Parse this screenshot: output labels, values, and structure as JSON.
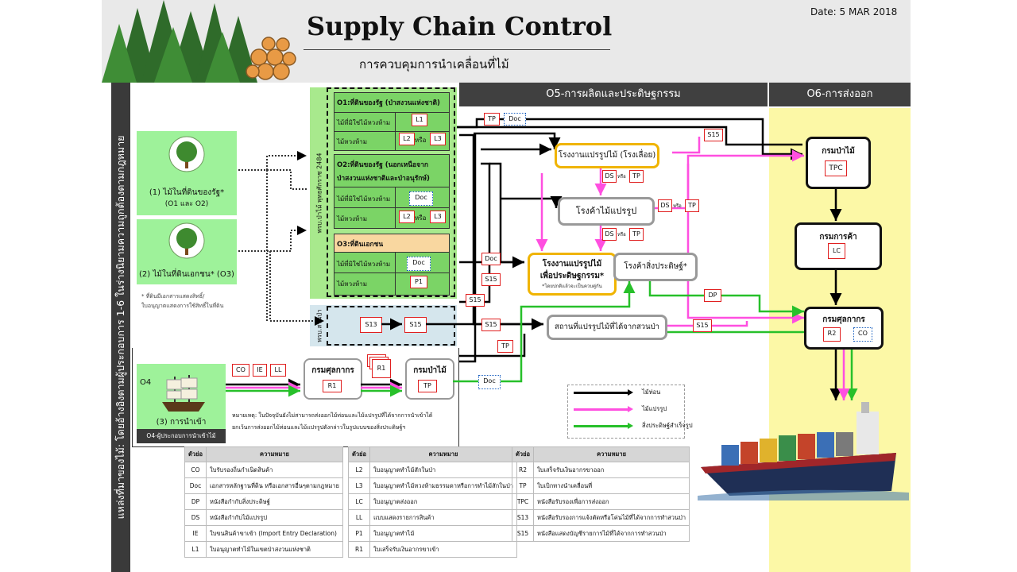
{
  "header": {
    "title": "Supply Chain Control",
    "subtitle": "การควบคุมการนำเคลื่อนที่ไม้",
    "date": "Date: 5 MAR 2018"
  },
  "side_label": "แหล่งที่มาของไม้: โดยอ้างอิงตามผู้ประกอบการ 1-6 ในร่างนิยามความถูกต้องตามกฎหมาย",
  "stages": {
    "o5": "O5-การผลิตและประดิษฐกรรม",
    "o6": "O6-การส่งออก"
  },
  "sources": {
    "state_land": "(1) ไม้ในที่ดินของรัฐ*",
    "state_land_sub": "(O1 และ O2)",
    "private_land": "(2) ไม้ในที่ดินเอกชน* (O3)",
    "footnote_1": "* ที่ดินมีเอกสารแสดงสิทธิ์/",
    "footnote_2": "ใบอนุญาตแสดงการใช้สิทธิ์ในที่ดิน",
    "import_code": "O4",
    "import_label": "(3) การนำเข้า",
    "importer": "O4-ผู้ประกอบการนำเข้าไม้"
  },
  "forest_act": "พรบ.ป่าไม้ พุทธศักราช 2484",
  "plant_act": "พรบ.สวนป่า",
  "o1": {
    "title": "O1:ที่ดินของรัฐ (ป่าสงวนแห่งชาติ)",
    "row1": "ไม้ที่มิใช่ไม้หวงห้าม",
    "row2": "ไม้หวงห้าม",
    "doc1": "L1",
    "doc2": "L2",
    "doc3": "L3",
    "or": "หรือ"
  },
  "o2": {
    "title1": "O2:ที่ดินของรัฐ (นอกเหนือจาก",
    "title2": "ป่าสงวนแห่งชาติและป่าอนุรักษ์)",
    "row1": "ไม้ที่มิใช่ไม้หวงห้าม",
    "row2": "ไม้หวงห้าม",
    "doc1": "Doc",
    "doc2": "L2",
    "doc3": "L3",
    "or": "หรือ"
  },
  "o3": {
    "title": "O3:ที่ดินเอกชน",
    "row1": "ไม้ที่มิใช่ไม้หวงห้าม",
    "row2": "ไม้หวงห้าม",
    "doc1": "Doc",
    "doc2": "P1"
  },
  "plantation": {
    "doc1": "S13",
    "doc2": "S15"
  },
  "nodes": {
    "sawmill": "โรงงานแปรรูปไม้ (โรงเลื่อย)",
    "processed_store": "โรงค้าไม้แปรรูป",
    "factory_1": "โรงงานแปรรูปไม้",
    "factory_2": "เพื่อประดิษฐกรรม*",
    "factory_note": "*โดยปกติแล้วจะเป็นควบคู่กัน",
    "product_store": "โรงค้าสิ่งประดิษฐ์*",
    "plant_site": "สถานที่แปรรูปไม้ที่ได้จากสวนป่า",
    "forest_dept": "กรมป่าไม้",
    "forest_doc": "TPC",
    "trade_dept": "กรมการค้า",
    "trade_doc": "LC",
    "customs": "กรมศุลกากร",
    "customs_doc1": "R2",
    "customs_doc2": "CO",
    "import_customs": "กรมศุลกากร",
    "import_customs_doc": "R1",
    "import_forest": "กรมป่าไม้",
    "import_forest_doc": "TP"
  },
  "flow_docs": {
    "tp": "TP",
    "doc": "Doc",
    "s15": "S15",
    "ds": "DS",
    "or": "หรือ",
    "dp": "DP",
    "co": "CO",
    "ie": "IE",
    "ll": "LL",
    "r1": "R1"
  },
  "note": {
    "line1": "หมายเหตุ: ในปัจจุบันยังไม่สามารถส่งออกไม้ท่อนและไม้แปรรูปที่ได้จากการนำเข้าได้",
    "line2": "ยกเว้นการส่งออกไม้ท่อนและไม้แปรรูปดังกล่าวในรูปแบบของสิ่งประดิษฐ์ฯ"
  },
  "legend": [
    {
      "label": "ไม้ท่อน",
      "color": "#000000"
    },
    {
      "label": "ไม้แปรรูป",
      "color": "#ff4fe0"
    },
    {
      "label": "สิ่งประดิษฐ์สำเร็จรูป",
      "color": "#27c02a"
    }
  ],
  "abbr_header": {
    "code": "ตัวย่อ",
    "meaning": "ความหมาย"
  },
  "abbr_tables": [
    [
      {
        "code": "CO",
        "meaning": "ใบรับรองถิ่นกำเนิดสินค้า"
      },
      {
        "code": "Doc",
        "meaning": "เอกสารหลักฐานที่ดิน หรือเอกสารอื่นๆตามกฎหมาย"
      },
      {
        "code": "DP",
        "meaning": "หนังสือกำกับสิ่งประดิษฐ์"
      },
      {
        "code": "DS",
        "meaning": "หนังสือกำกับไม้แปรรูป"
      },
      {
        "code": "IE",
        "meaning": "ใบขนสินค้าขาเข้า (Import Entry Declaration)"
      },
      {
        "code": "L1",
        "meaning": "ใบอนุญาตทำไม้ในเขตป่าสงวนแห่งชาติ"
      }
    ],
    [
      {
        "code": "L2",
        "meaning": "ใบอนุญาตทำไม้สักในป่า"
      },
      {
        "code": "L3",
        "meaning": "ใบอนุญาตทำไม้หวงห้ามธรรมดาหรือการทำไม้สักในป่า"
      },
      {
        "code": "LC",
        "meaning": "ใบอนุญาตส่งออก"
      },
      {
        "code": "LL",
        "meaning": "แบบแสดงรายการสินค้า"
      },
      {
        "code": "P1",
        "meaning": "ใบอนุญาตทำไม้"
      },
      {
        "code": "R1",
        "meaning": "ใบเสร็จรับเงินอากรขาเข้า"
      }
    ],
    [
      {
        "code": "R2",
        "meaning": "ใบเสร็จรับเงินอากรขาออก"
      },
      {
        "code": "TP",
        "meaning": "ใบเบิกทางนำเคลื่อนที่"
      },
      {
        "code": "TPC",
        "meaning": "หนังสือรับรองเพื่อการส่งออก"
      },
      {
        "code": "S13",
        "meaning": "หนังสือรับรองการแจ้งตัดหรือโค่นไม้ที่ได้จากการทำสวนป่า"
      },
      {
        "code": "S15",
        "meaning": "หนังสือแสดงบัญชีรายการไม้ที่ได้จากการทำสวนป่า"
      }
    ]
  ],
  "colors": {
    "log": "#000000",
    "processed": "#ff4fe0",
    "product": "#27c02a",
    "doc_border": "#e02020",
    "optional_doc": "#1a60c0",
    "source_bg": "#9ef29a",
    "export_zone": "#fcf8a6"
  }
}
